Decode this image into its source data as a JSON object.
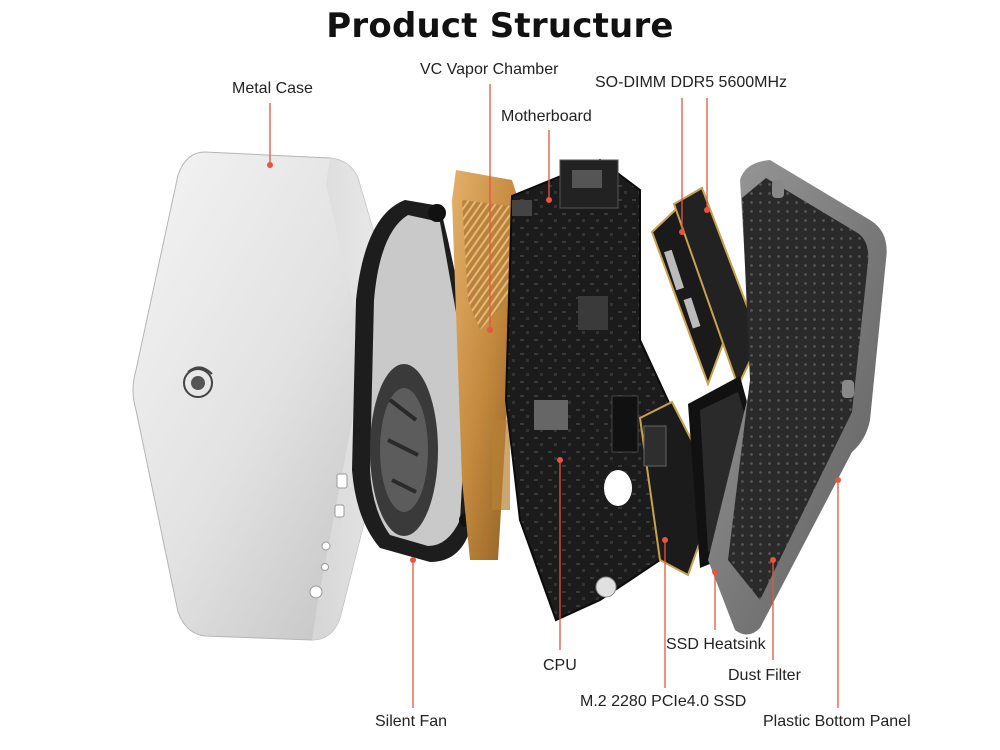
{
  "title": "Product Structure",
  "accent_color": "#e8553e",
  "labels": {
    "metal_case": "Metal Case",
    "vc_vapor_chamber": "VC Vapor Chamber",
    "motherboard": "Motherboard",
    "so_dimm": "SO-DIMM DDR5 5600MHz",
    "cpu": "CPU",
    "ssd_heatsink": "SSD Heatsink",
    "dust_filter": "Dust Filter",
    "m2_ssd": "M.2 2280 PCIe4.0 SSD",
    "silent_fan": "Silent Fan",
    "plastic_bottom_panel": "Plastic Bottom Panel"
  }
}
